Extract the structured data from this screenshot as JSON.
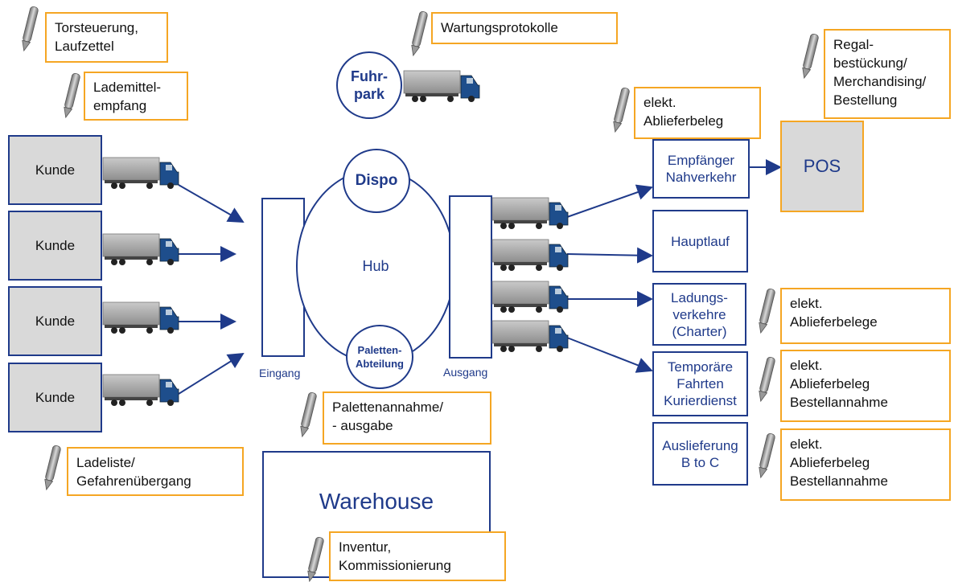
{
  "notes": {
    "torsteuerung": "Torsteuerung,\nLaufzettel",
    "lademittel": "Lademittel-\nempfang",
    "wartung": "Wartungsprotokolle",
    "regal": "Regal-\nbestückung/\nMerchandising/\nBestellung",
    "ablieferbeleg_top": "elekt.\nAblieferbeleg",
    "ablieferbelege": "elekt.\nAblieferbelege",
    "bestellannahme_1": "elekt.\nAblieferbeleg\nBestellannahme",
    "bestellannahme_2": "elekt.\nAblieferbeleg\nBestellannahme",
    "palettenannahme": "Palettenannahme/\n- ausgabe",
    "ladeliste": "Ladeliste/\nGefahrenübergang",
    "inventur": "Inventur,\nKommissionierung"
  },
  "customers": [
    "Kunde",
    "Kunde",
    "Kunde",
    "Kunde"
  ],
  "hub": {
    "center": "Hub",
    "dispo": "Dispo",
    "paletten": "Paletten-\nAbteilung",
    "fuhrpark": "Fuhr-\npark",
    "eingang": "Eingang",
    "ausgang": "Ausgang"
  },
  "destinations": {
    "empfaenger": "Empfänger\nNahverkehr",
    "hauptlauf": "Hauptlauf",
    "ladung": "Ladungs-\nverkehre\n(Charter)",
    "temporaer": "Temporäre\nFahrten\nKurierdienst",
    "auslieferung": "Auslieferung\nB to C",
    "pos": "POS"
  },
  "warehouse": "Warehouse",
  "colors": {
    "blue": "#1f3a8a",
    "orange": "#f5a623",
    "grey": "#d9d9d9",
    "truck_cab": "#1e4e8c"
  }
}
